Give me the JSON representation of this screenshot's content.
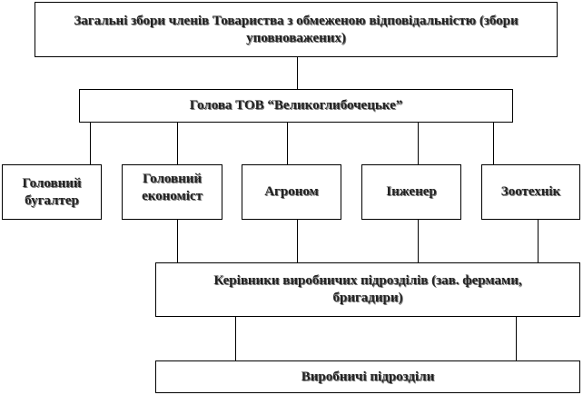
{
  "nodes": {
    "assembly": "Загальні збори членів Товариства з обмеженою відповідальністю (збори уповноважених)",
    "head": "Голова ТОВ “Великоглибочецьке”",
    "accountant": "Головний бугалтер",
    "economist": "Головний економіст",
    "agronomist": "Агроном",
    "engineer": "Інженер",
    "zootechnician": "Зоотехнік",
    "managers": "Керівники виробничих підрозділів (зав. фермами, бригадири)",
    "units": "Виробничі підрозділи"
  }
}
